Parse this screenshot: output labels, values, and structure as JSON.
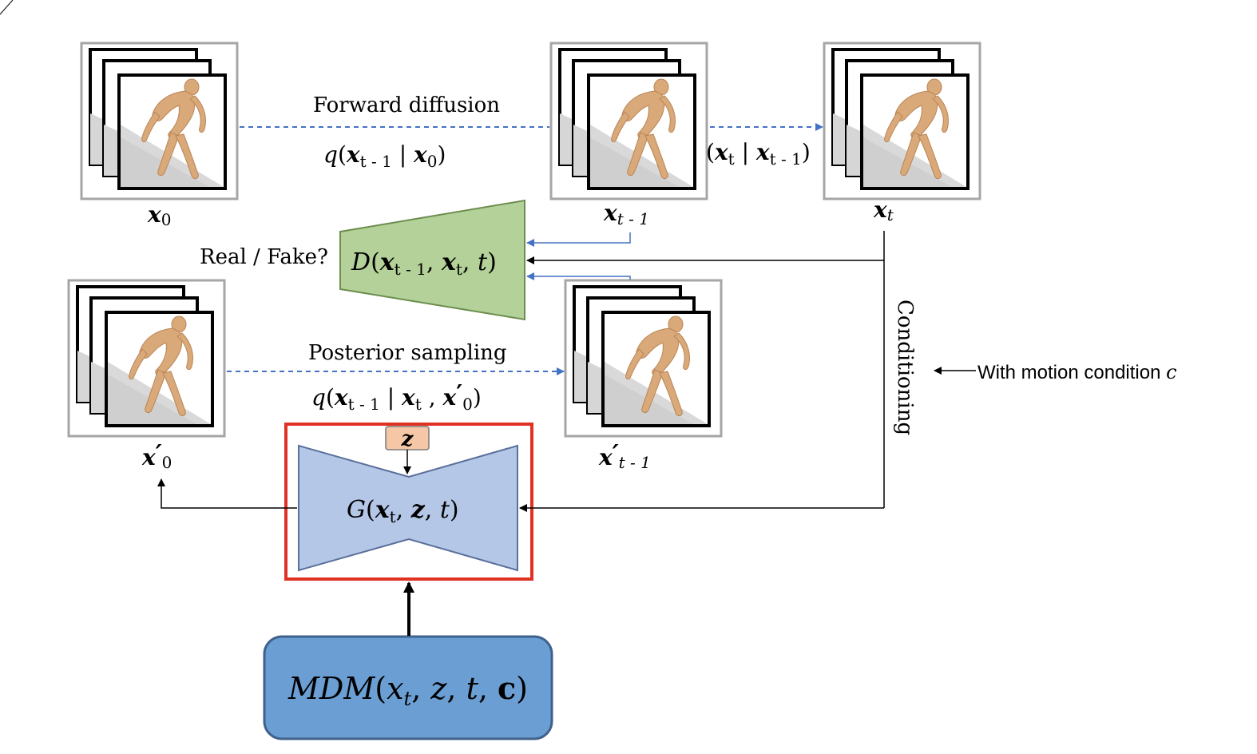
{
  "frames": {
    "x0": {
      "symbol": "x",
      "subscript": "0",
      "prime": ""
    },
    "xt_1": {
      "symbol": "x",
      "subscript": "t - 1",
      "prime": ""
    },
    "xt": {
      "symbol": "x",
      "subscript": "t",
      "prime": ""
    },
    "x0_prime": {
      "symbol": "x",
      "subscript": "0",
      "prime": "′"
    },
    "xt_1_prime": {
      "symbol": "x",
      "subscript": "t - 1",
      "prime": "′"
    }
  },
  "labels": {
    "forward_diffusion": "Forward diffusion",
    "forward_q": {
      "fn": "q",
      "a": "x",
      "a_sub": "t - 1",
      "b": "x",
      "b_sub": "0"
    },
    "step_q": {
      "a": "x",
      "a_sub": "t",
      "b": "x",
      "b_sub": "t - 1"
    },
    "real_fake": "Real / Fake?",
    "posterior_sampling": "Posterior sampling",
    "posterior_q": {
      "fn": "q",
      "a": "x",
      "a_sub": "t - 1",
      "b": "x",
      "b_sub": "t",
      "c": "x",
      "c_prime": "′",
      "c_sub": "0"
    },
    "conditioning": "Conditioning",
    "motion_condition": "With motion condition",
    "motion_condition_var": "c"
  },
  "discriminator": {
    "fn": "D",
    "a": "x",
    "a_sub": "t - 1",
    "b": "x",
    "b_sub": "t",
    "c": "t"
  },
  "generator": {
    "fn": "G",
    "a": "x",
    "a_sub": "t",
    "b": "z",
    "c": "t"
  },
  "noise": {
    "label": "z"
  },
  "mdm": {
    "fn": "MDM",
    "a": "x",
    "a_sub": "t",
    "b": "z",
    "c": "t",
    "d": "c"
  },
  "colors": {
    "discriminator_fill": "#b3d198",
    "discriminator_stroke": "#6b8e4e",
    "generator_fill": "#b4c7e7",
    "generator_stroke": "#5a6f9a",
    "generator_frame": "#e03223",
    "noise_fill": "#f5c7a6",
    "mdm_fill": "#6b9fd4",
    "mdm_stroke": "#3f628d",
    "dashed_arrow": "#4472c4",
    "frame_border": "#a6a6a6",
    "figure_skin": "#d9a97a",
    "floor": "#d6d6d6"
  }
}
